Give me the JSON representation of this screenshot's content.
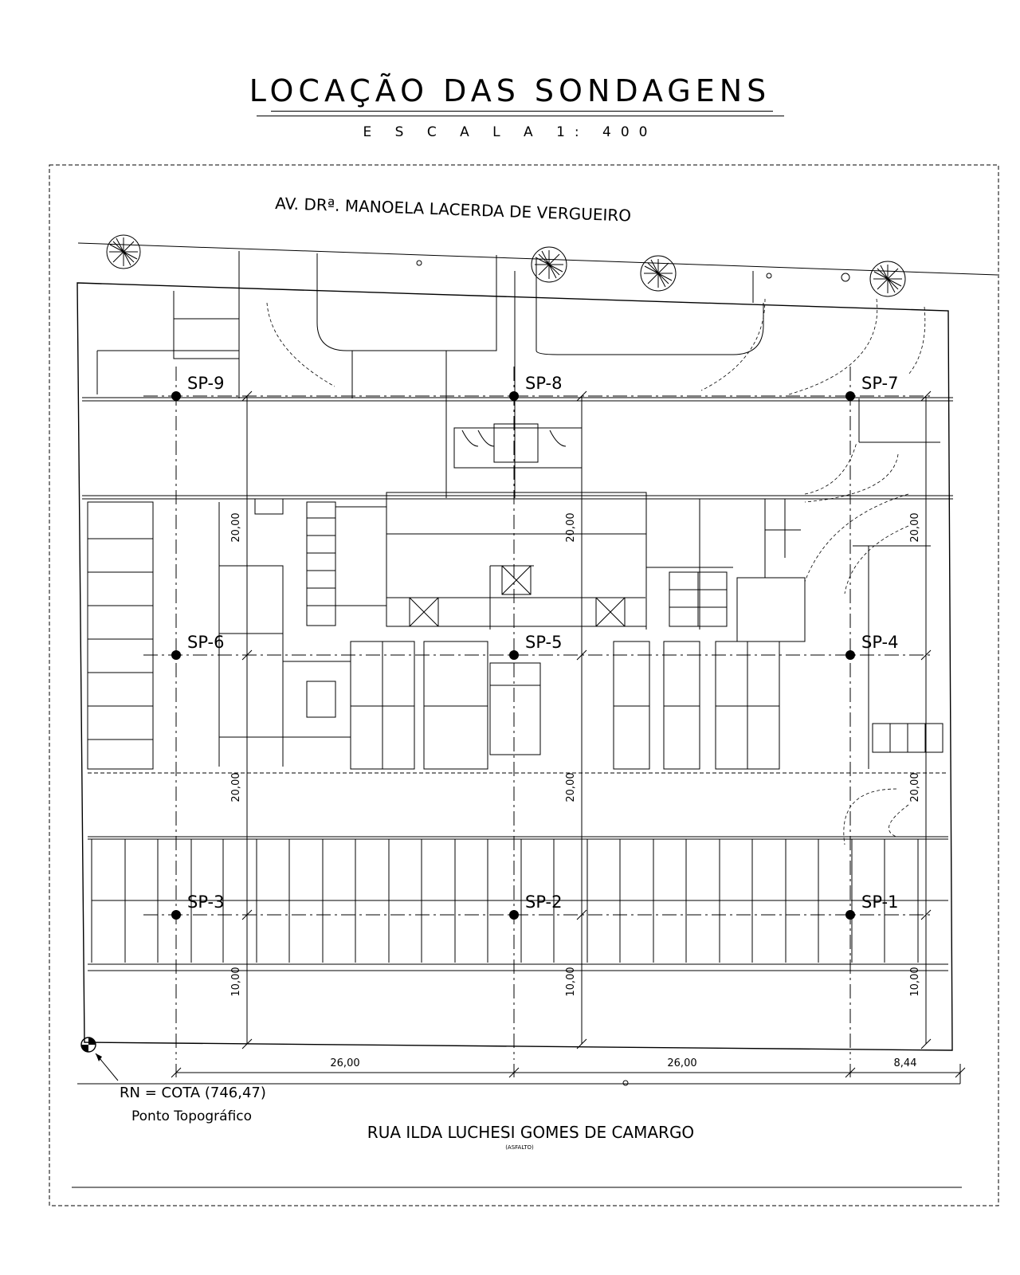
{
  "title": "LOCAÇÃO DAS SONDAGENS",
  "scale": "E S C A L A   1: 400",
  "streets": {
    "north": "AV. DRª. MANOELA LACERDA DE VERGUEIRO",
    "south": "RUA ILDA LUCHESI GOMES DE CAMARGO",
    "south_note": "(ASFALTO)"
  },
  "benchmark": {
    "label": "RN  =  COTA  (746,47)",
    "sublabel": "Ponto Topográfico"
  },
  "soundings": [
    {
      "id": "SP-9",
      "col": 0,
      "row": 0
    },
    {
      "id": "SP-8",
      "col": 1,
      "row": 0
    },
    {
      "id": "SP-7",
      "col": 2,
      "row": 0
    },
    {
      "id": "SP-6",
      "col": 0,
      "row": 1
    },
    {
      "id": "SP-5",
      "col": 1,
      "row": 1
    },
    {
      "id": "SP-4",
      "col": 2,
      "row": 1
    },
    {
      "id": "SP-3",
      "col": 0,
      "row": 2
    },
    {
      "id": "SP-2",
      "col": 1,
      "row": 2
    },
    {
      "id": "SP-1",
      "col": 2,
      "row": 2
    }
  ],
  "dimensions": {
    "horizontal": [
      "26,00",
      "26,00",
      "8,44"
    ],
    "vertical": [
      "20,00",
      "20,00",
      "10,00"
    ]
  }
}
